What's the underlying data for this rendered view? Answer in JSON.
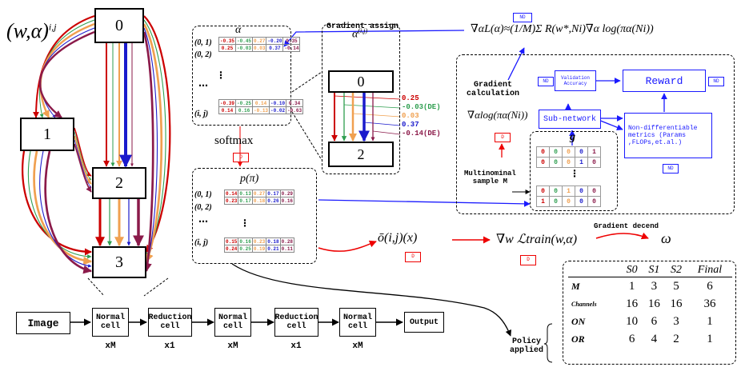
{
  "cell_label": "(w,α)",
  "cell_superscript": "i,j",
  "nodes": [
    "0",
    "1",
    "2",
    "3"
  ],
  "pipeline": [
    {
      "label": "Image",
      "repeat": ""
    },
    {
      "label": "Normal\ncell",
      "repeat": "xM"
    },
    {
      "label": "Reduction\ncell",
      "repeat": "x1"
    },
    {
      "label": "Normal\ncell",
      "repeat": "xM"
    },
    {
      "label": "Reduction\ncell",
      "repeat": "x1"
    },
    {
      "label": "Normal\ncell",
      "repeat": "xM"
    },
    {
      "label": "Output",
      "repeat": ""
    }
  ],
  "alpha_panel": {
    "title": "α",
    "rows": [
      {
        "label": "(0, 1)",
        "values": [
          "-0.35",
          "-0.45",
          "0.27",
          "-0.20",
          "0.35"
        ]
      },
      {
        "label": "(0, 2)",
        "values": [
          "0.25",
          "-0.03",
          "0.03",
          "0.37",
          "-0.14"
        ]
      },
      {
        "label": "",
        "values": [
          "-0.39",
          "-0.25",
          "0.14",
          "-0.10",
          "0.34"
        ]
      },
      {
        "label": "(i, j)",
        "values": [
          "0.14",
          "0.16",
          "-0.13",
          "-0.02",
          "-0.63"
        ]
      }
    ]
  },
  "alpha_ij_panel": {
    "title": "α",
    "superscript": "(i,j)",
    "top_node": "0",
    "bottom_node": "2",
    "values": [
      "0.25",
      "-0.03(DE)",
      "0.03",
      "0.37",
      "-0.14(DE)"
    ]
  },
  "softmax_label": "softmax",
  "p_panel": {
    "title": "p(π)",
    "rows": [
      {
        "label": "(0, 1)",
        "values": [
          "0.14",
          "0.13",
          "0.27",
          "0.17",
          "0.29"
        ]
      },
      {
        "label": "(0, 2)",
        "values": [
          "0.23",
          "0.17",
          "0.18",
          "0.26",
          "0.16"
        ]
      },
      {
        "label": "(i, j)",
        "values": [
          "0.15",
          "0.16",
          "0.23",
          "0.18",
          "0.28"
        ]
      },
      {
        "label": "",
        "values": [
          "0.24",
          "0.25",
          "0.19",
          "0.21",
          "0.11"
        ]
      }
    ]
  },
  "colors": {
    "c1": "#cc0000",
    "c2": "#2e9e4f",
    "c3": "#f0a050",
    "c4": "#1a1acc",
    "c5": "#8b1a4a"
  },
  "tags": {
    "d": "D",
    "nd": "ND"
  },
  "gradient_assign": "Gradient assign",
  "formula_top": "∇αL(α)≈(1/M)Σ R(w*,Ni)∇α log(πα(Ni))",
  "gradient_calc": "Gradient\ncalculation",
  "formula_log": "∇αlog(πα(Ni))",
  "validation": "Validation\nAccuracy",
  "reward": "Reward",
  "subnetwork": "Sub-network",
  "nondiff": "Non-differentiable\nmetrics (Params\n,FLOPs,et.al.)",
  "g_label": "g",
  "g_rows": [
    [
      "0",
      "0",
      "0",
      "0",
      "1"
    ],
    [
      "0",
      "0",
      "0",
      "1",
      "0"
    ],
    [
      "0",
      "0",
      "1",
      "0",
      "0"
    ],
    [
      "1",
      "0",
      "0",
      "0",
      "0"
    ]
  ],
  "multinominal": "Multinominal\nsample M",
  "o_bar": "ō(i,j)(x)",
  "grad_train": "∇w ℒtrain(w,α)",
  "gradient_decend": "Gradient decend",
  "omega": "ω",
  "policy": "Policy\napplied",
  "stage_table": {
    "headers": [
      "",
      "S0",
      "S1",
      "S2",
      "Final"
    ],
    "rows": [
      {
        "label": "M",
        "values": [
          "1",
          "3",
          "5",
          "6"
        ]
      },
      {
        "label": "Channels",
        "values": [
          "16",
          "16",
          "16",
          "36"
        ]
      },
      {
        "label": "ON",
        "values": [
          "10",
          "6",
          "3",
          "1"
        ]
      },
      {
        "label": "OR",
        "values": [
          "6",
          "4",
          "2",
          "1"
        ]
      }
    ]
  }
}
